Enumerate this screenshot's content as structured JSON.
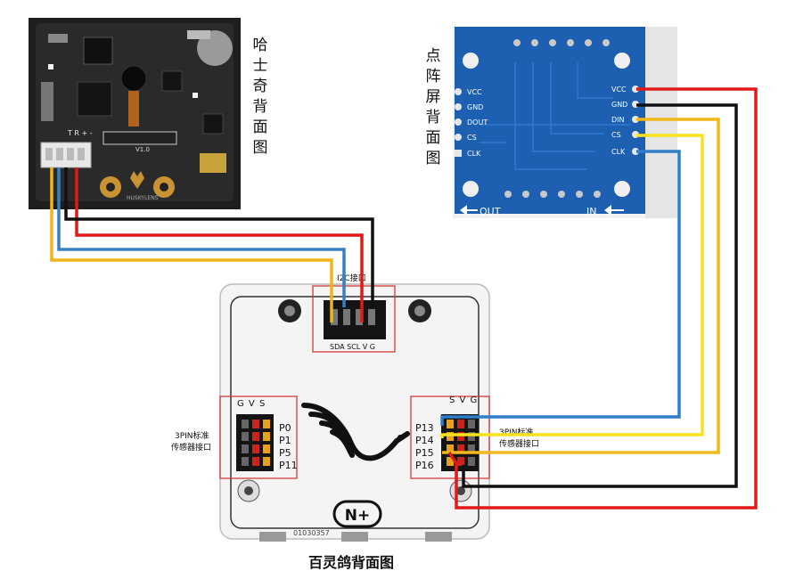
{
  "huskylens": {
    "caption": "哈士奇背面图",
    "brand": "HUSKYLENS",
    "version": "V1.0"
  },
  "matrix": {
    "caption": "点阵屏背面图",
    "left_pins": [
      "VCC",
      "GND",
      "DOUT",
      "CS",
      "CLK"
    ],
    "right_pins": [
      "VCC",
      "GND",
      "DIN",
      "CS",
      "CLK"
    ],
    "out_label": "OUT",
    "in_label": "IN"
  },
  "board": {
    "caption": "百灵鸽背面图",
    "i2c_title": "I2C接口",
    "i2c_pins": "SDA SCL V G",
    "left_header": "G V S",
    "left_pins": [
      "P0",
      "P1",
      "P5",
      "P11"
    ],
    "right_header": "S V G",
    "right_pins": [
      "P13",
      "P14",
      "P15",
      "P16"
    ],
    "sensor_label_left_1": "3PIN标准",
    "sensor_label_left_2": "传感器接口",
    "sensor_label_right_1": "3PIN标准",
    "sensor_label_right_2": "传感器接口",
    "logo": "N+",
    "serial": "01030357"
  },
  "wire_colors": {
    "vcc": "#e01919",
    "gnd": "#111111",
    "sda": "#f2b418",
    "scl": "#3a7fc1",
    "din": "#f0b81c",
    "cs": "#f7e21b",
    "clk": "#2f7fc8"
  }
}
